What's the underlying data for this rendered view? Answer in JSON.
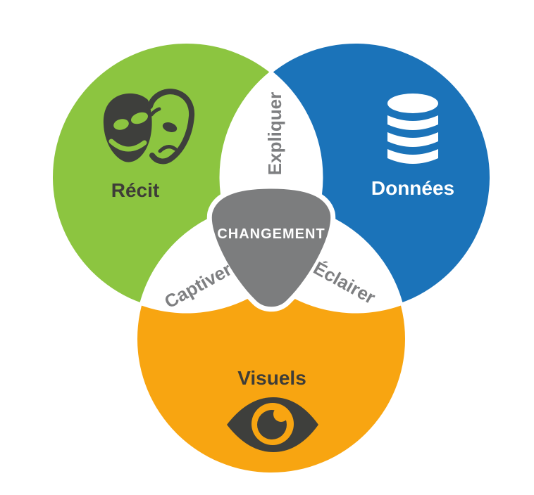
{
  "diagram": {
    "center": {
      "label": "CHANGEMENT",
      "color": "#7C7D7E",
      "text_color": "#FFFFFF"
    },
    "circles": [
      {
        "name": "Récit",
        "color": "#8CC540",
        "text_color": "#3E3D38",
        "icon": "theater-masks-icon"
      },
      {
        "name": "Données",
        "color": "#1B73B9",
        "text_color": "#FFFFFF",
        "icon": "database-icon"
      },
      {
        "name": "Visuels",
        "color": "#F8A511",
        "text_color": "#3E3D38",
        "icon": "eye-icon"
      }
    ],
    "overlaps": [
      {
        "label": "Expliquer",
        "between": "Récit + Données"
      },
      {
        "label": "Captiver",
        "between": "Récit + Visuels"
      },
      {
        "label": "Éclairer",
        "between": "Données + Visuels"
      }
    ],
    "overlap_text_color": "#7E7F81",
    "icon_dark_color": "#3E3F3C",
    "background_color": "#FFFFFF"
  }
}
